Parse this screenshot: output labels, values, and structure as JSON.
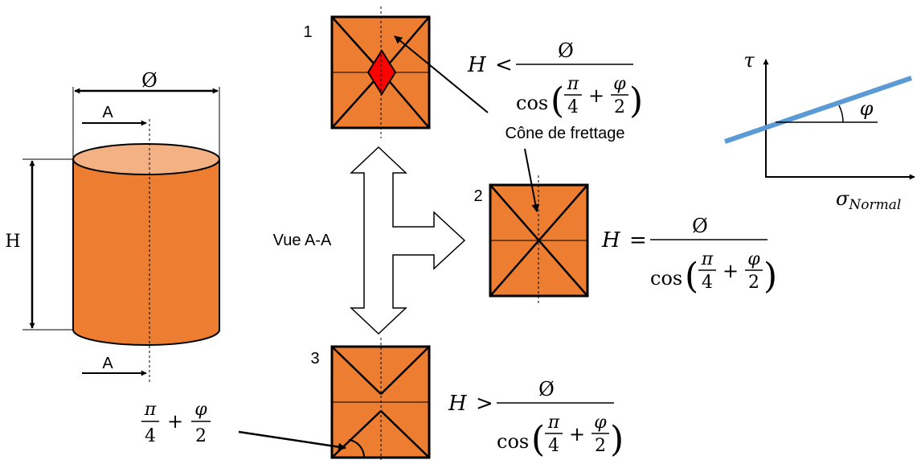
{
  "colors": {
    "orange": "#ED7D31",
    "orange_light": "#F4B183",
    "cone_red": "#FF0000",
    "criterion_line": "#5B9BD5",
    "ink": "#000000"
  },
  "cylinder": {
    "diameter_label": "Ø",
    "height_label": "H",
    "section_top_label": "A",
    "section_bottom_label": "A"
  },
  "view_label": "Vue A-A",
  "cone_label": "Cône de frettage",
  "cases": [
    {
      "number": "1",
      "relation": "<"
    },
    {
      "number": "2",
      "relation": "="
    },
    {
      "number": "3",
      "relation": ">"
    }
  ],
  "formula": {
    "lhs": "H",
    "numerator": "Ø",
    "cos": "cos",
    "pi": "π",
    "four": "4",
    "plus": "+",
    "phi": "φ",
    "two": "2"
  },
  "angle_label": {
    "pi": "π",
    "four": "4",
    "plus": "+",
    "phi": "φ",
    "two": "2"
  },
  "mohr": {
    "y_axis_label": "τ",
    "x_axis_symbol": "σ",
    "x_axis_subscript": "Normal",
    "angle_symbol": "φ"
  }
}
